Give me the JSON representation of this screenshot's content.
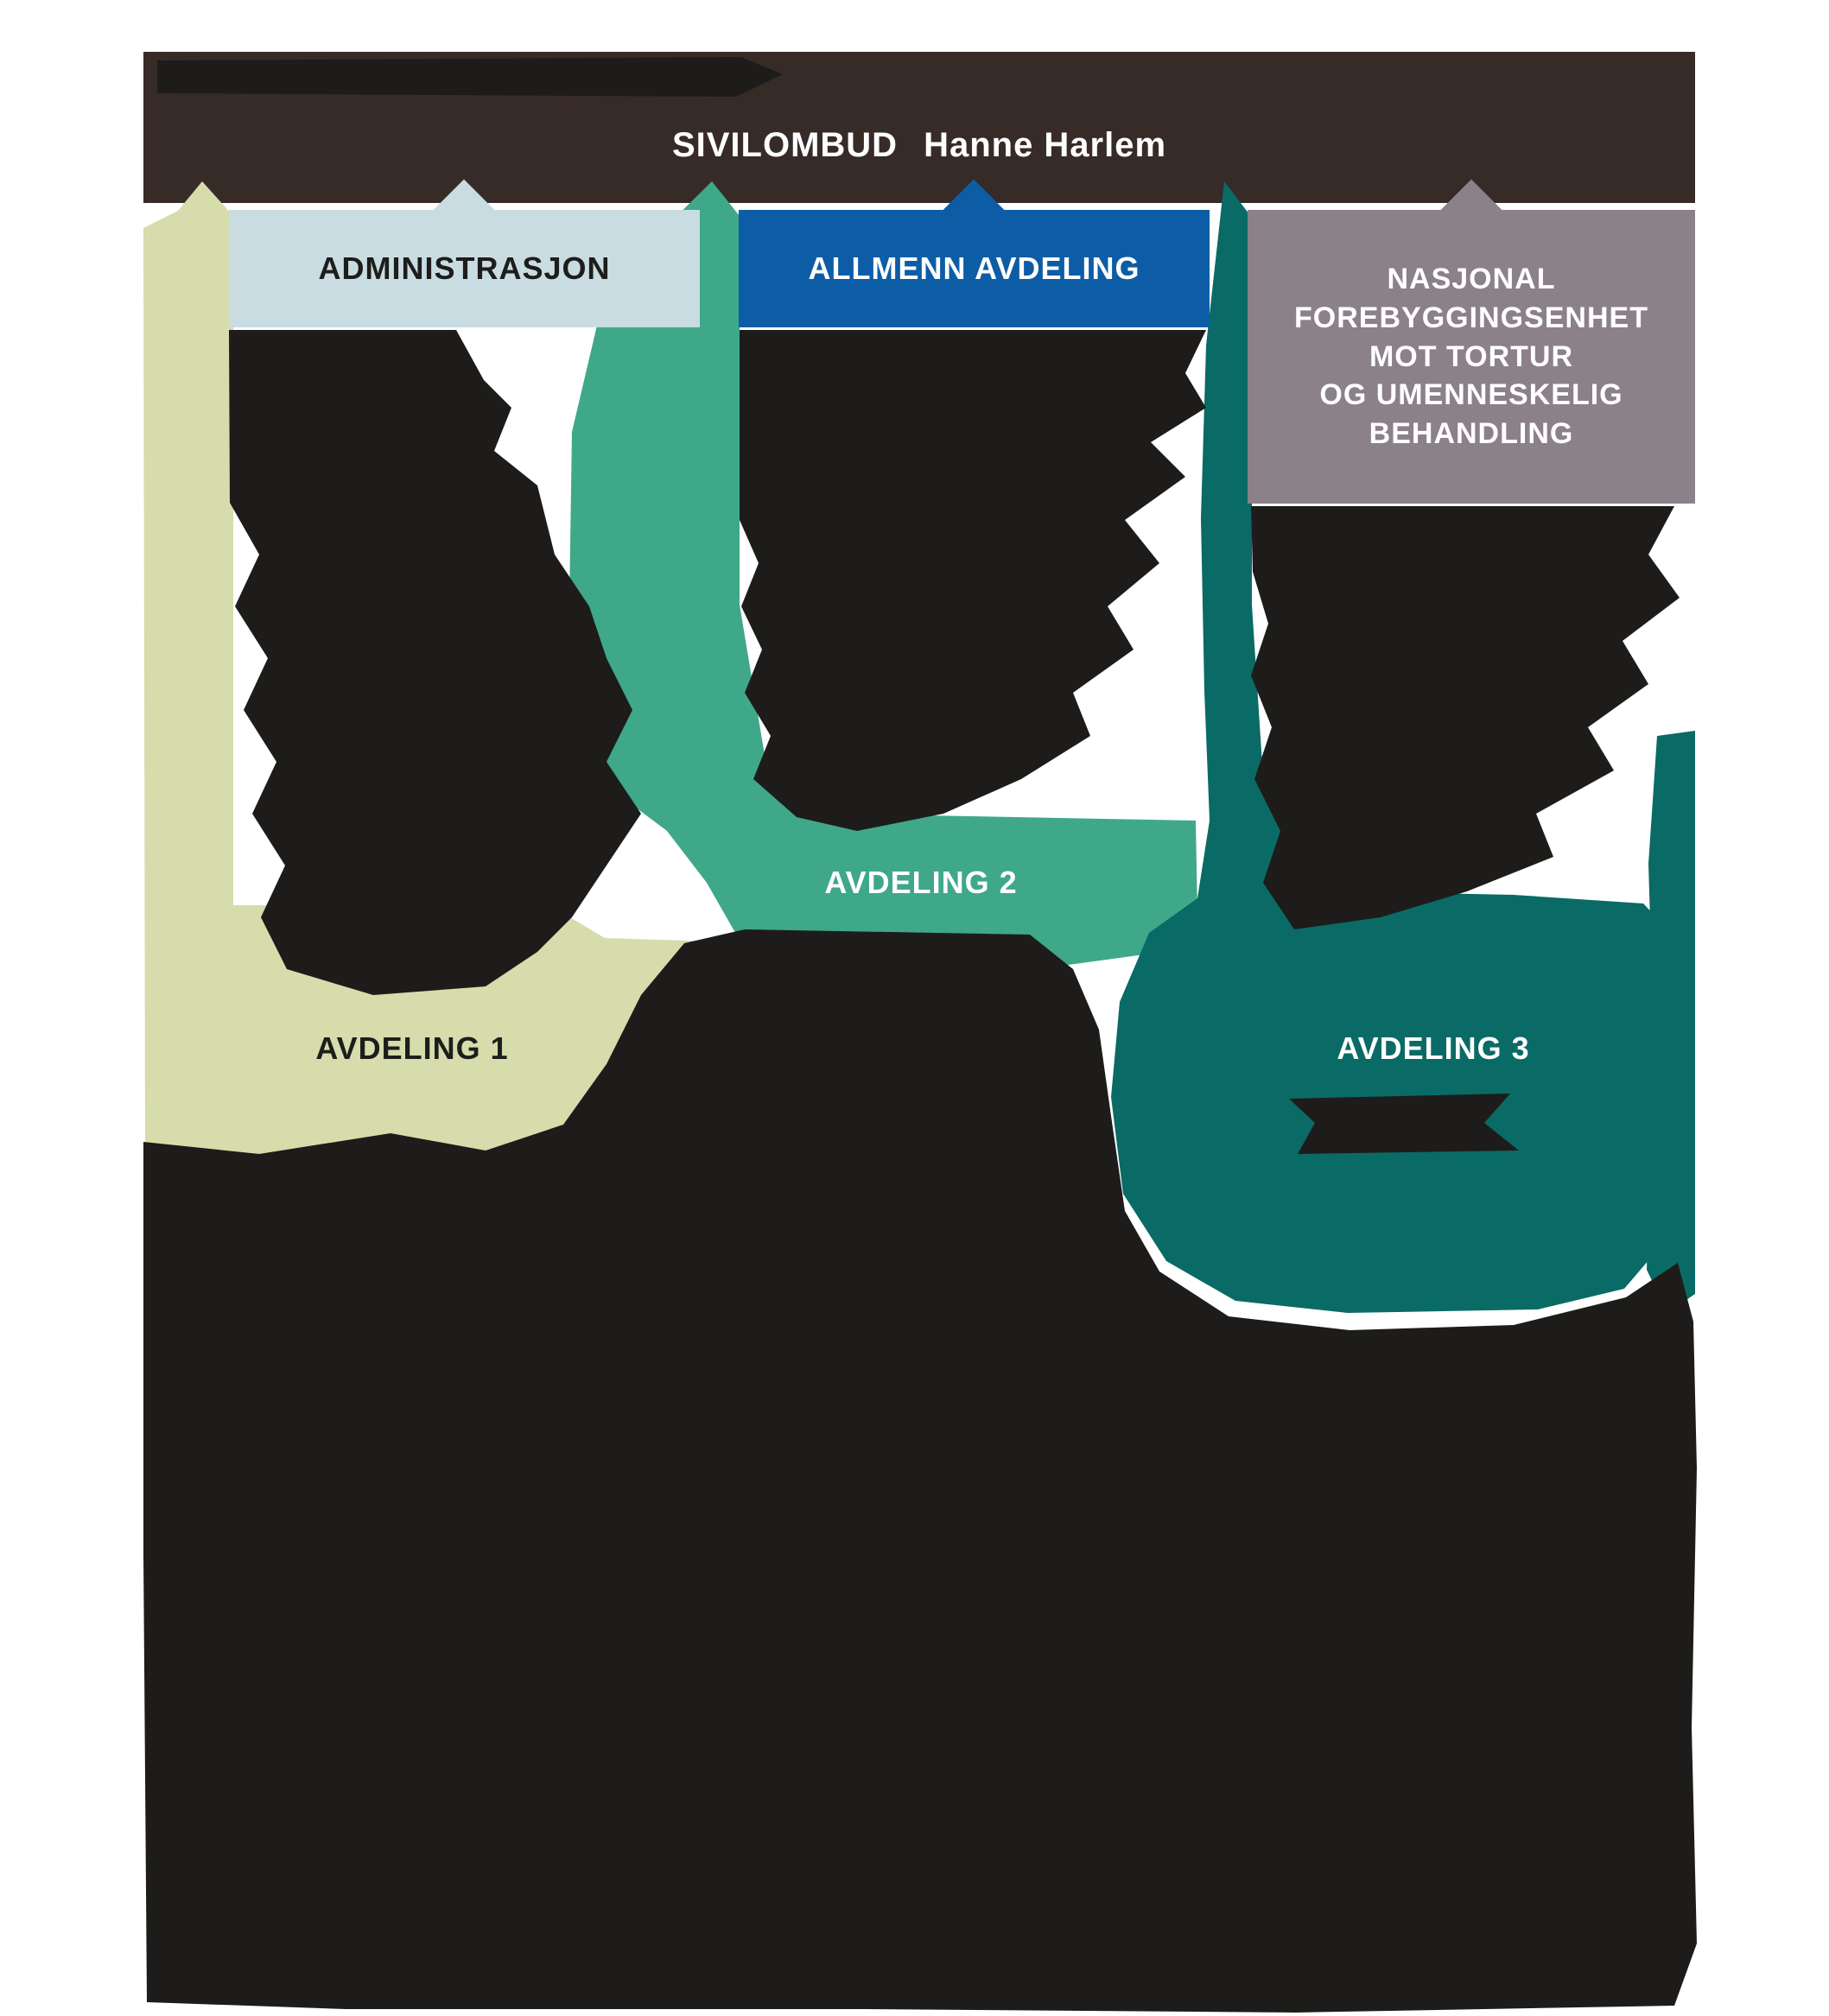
{
  "header": {
    "role_label": "SIVILOMBUD",
    "name": "Hanne Harlem"
  },
  "departments": {
    "administration": {
      "label": "ADMINISTRASJON",
      "color": "#c9dce2",
      "text_color": "#1d1d1b"
    },
    "allmenn": {
      "label": "ALLMENN AVDELING",
      "color": "#0d5da6",
      "text_color": "#ffffff"
    },
    "nasjonal": {
      "label": "NASJONAL\nFOREBYGGINGSENHET\nMOT TORTUR\nOG UMENNESKELIG\nBEHANDLING",
      "color": "#8b8189",
      "text_color": "#ffffff"
    },
    "avdeling1": {
      "label": "AVDELING 1",
      "color": "#d6dcab",
      "text_color": "#1d1d1b"
    },
    "avdeling2": {
      "label": "AVDELING 2",
      "color": "#3fa888",
      "text_color": "#ffffff"
    },
    "avdeling3": {
      "label": "AVDELING 3",
      "color": "#0a6a66",
      "text_color": "#ffffff"
    }
  },
  "colors": {
    "background": "#ffffff",
    "header_bg": "#372b28",
    "redaction": "#1d1c1a"
  },
  "redactions": {
    "regions": [
      "header-title-strip",
      "administration-staff-list",
      "allmenn-staff-list",
      "nasjonal-staff-list",
      "avdeling-2-staff-list",
      "avdeling-3-staff-list",
      "lower-staff-block"
    ]
  }
}
